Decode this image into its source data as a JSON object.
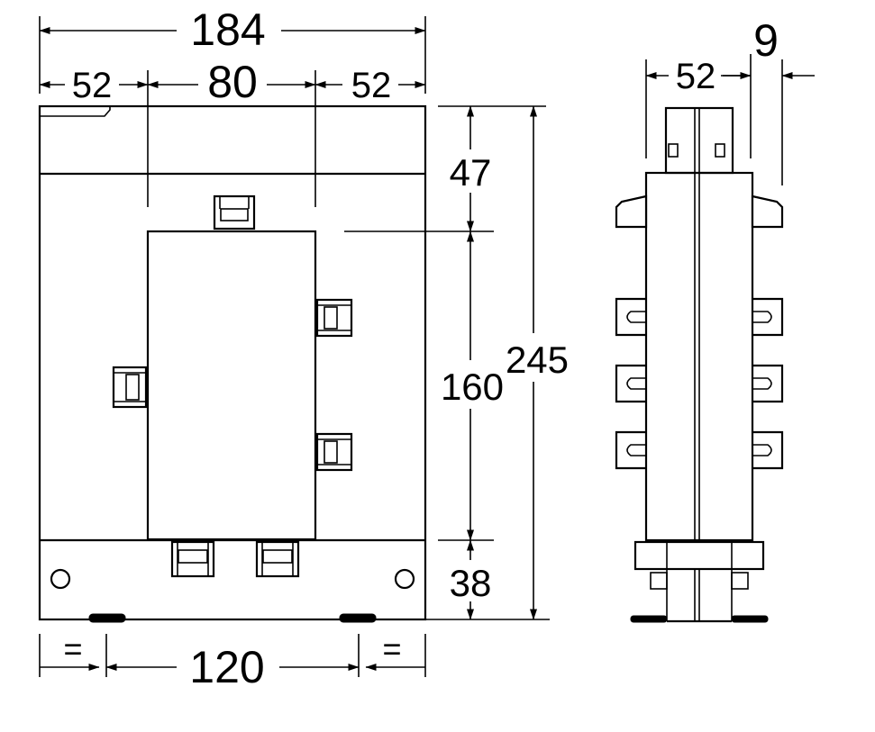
{
  "dimensions": {
    "overall_width": "184",
    "left_margin": "52",
    "window_width": "80",
    "right_margin": "52",
    "top_section": "47",
    "window_height": "160",
    "overall_height": "245",
    "bottom_section": "38",
    "mounting_distance": "120",
    "side_depth": "52",
    "side_offset": "9"
  },
  "labels": {
    "left_foot_mark": "=",
    "right_foot_mark": "="
  },
  "colors": {
    "line": "#000000",
    "background": "#ffffff"
  }
}
